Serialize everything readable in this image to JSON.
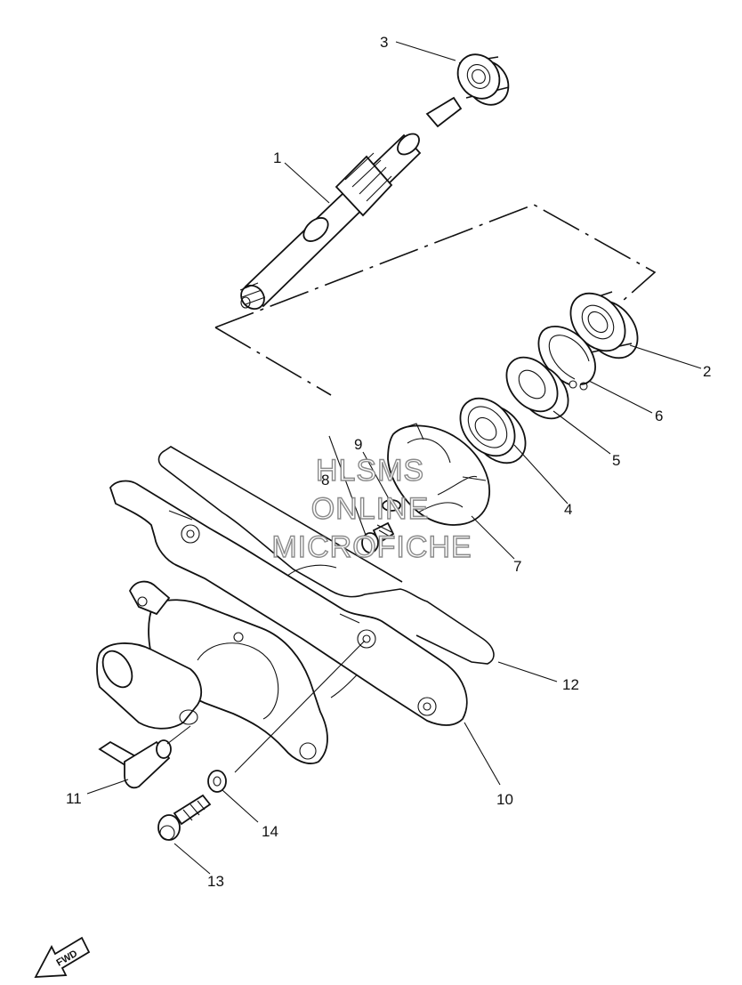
{
  "watermark": {
    "line1": "HLSMS",
    "line2": "ONLINE",
    "line3": "MICROFICHE"
  },
  "direction_label": "FWD",
  "callouts": [
    {
      "id": "1",
      "label": "1"
    },
    {
      "id": "2",
      "label": "2"
    },
    {
      "id": "3",
      "label": "3"
    },
    {
      "id": "4",
      "label": "4"
    },
    {
      "id": "5",
      "label": "5"
    },
    {
      "id": "6",
      "label": "6"
    },
    {
      "id": "7",
      "label": "7"
    },
    {
      "id": "8",
      "label": "8"
    },
    {
      "id": "9",
      "label": "9"
    },
    {
      "id": "10",
      "label": "10"
    },
    {
      "id": "11",
      "label": "11"
    },
    {
      "id": "12",
      "label": "12"
    },
    {
      "id": "13",
      "label": "13"
    },
    {
      "id": "14",
      "label": "14"
    }
  ],
  "colors": {
    "line": "#111111",
    "watermark_outline": "#8a8a8a",
    "background": "#ffffff"
  }
}
